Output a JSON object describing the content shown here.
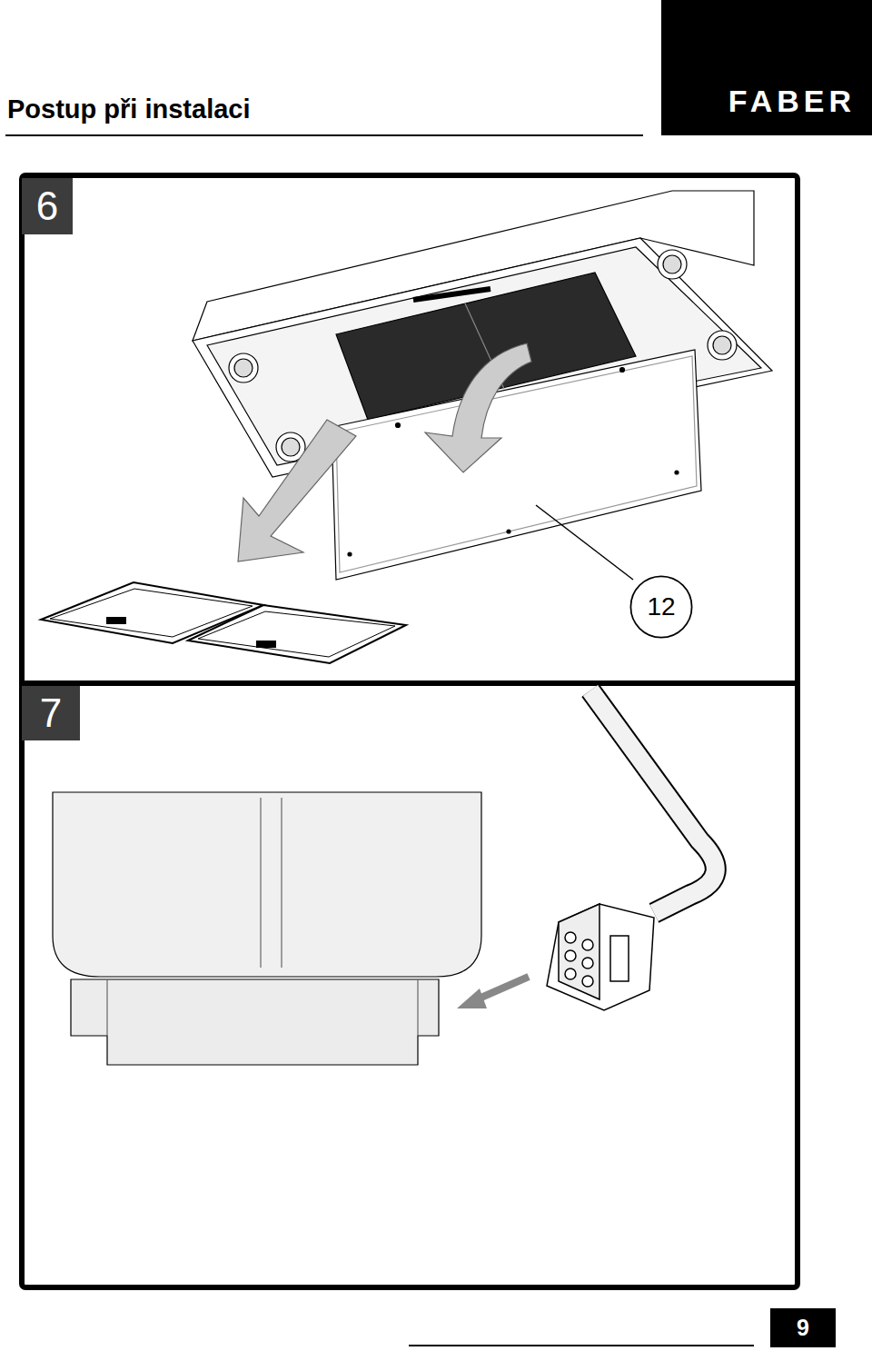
{
  "diagram": {
    "title": "Postup při instalaci",
    "nodes": [
      {
        "text": [
          "FABER"
        ]
      },
      {
        "text": [
          "6"
        ]
      },
      {
        "text": [
          "12"
        ]
      },
      {
        "text": [
          "7"
        ]
      },
      {
        "text": [
          "9"
        ]
      }
    ]
  }
}
